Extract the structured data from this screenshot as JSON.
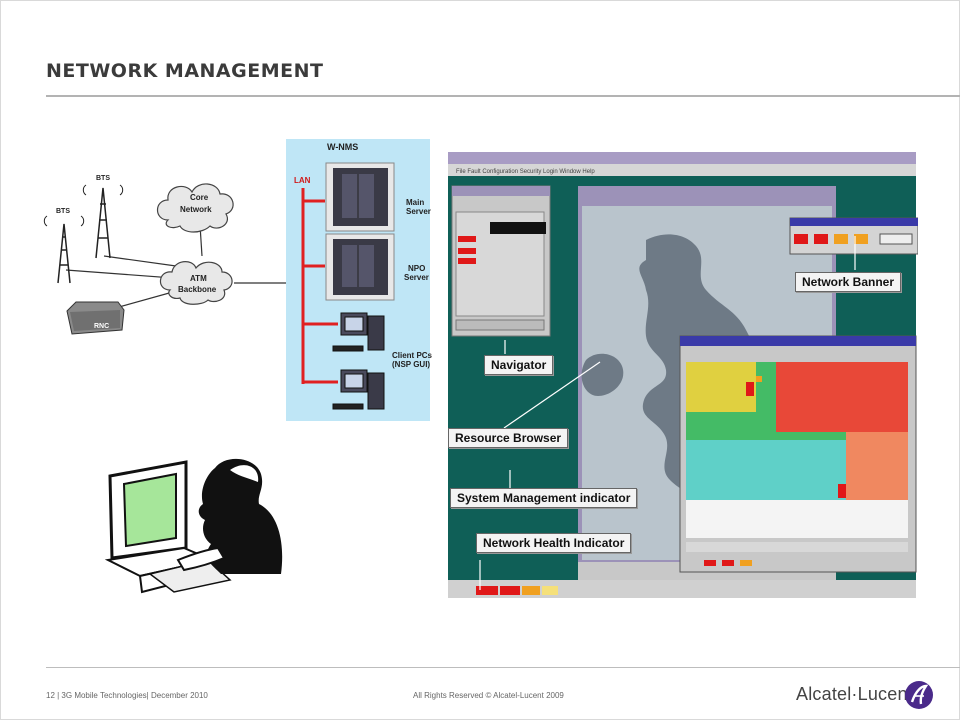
{
  "slide": {
    "title": "NETWORK MANAGEMENT",
    "footer_left": "12 | 3G Mobile Technologies| December 2010",
    "footer_center": "All Rights Reserved © Alcatel-Lucent 2009",
    "logo_text": "Alcatel·Lucent"
  },
  "network_diagram": {
    "bts_label": "BTS",
    "core_network": [
      "Core",
      "Network"
    ],
    "atm_backbone": [
      "ATM",
      "Backbone"
    ],
    "rnc_label": "RNC",
    "wnms_title": "W-NMS",
    "lan_label": "LAN",
    "main_server": [
      "Main",
      "Server"
    ],
    "npo_server": [
      "NPO",
      "Server"
    ],
    "client_pcs": [
      "Client PCs",
      "(NSP GUI)"
    ],
    "colors": {
      "lan_line": "#e02020",
      "wnms_bg": "#bfe6f6"
    }
  },
  "screenshot": {
    "callouts": {
      "navigator": "Navigator",
      "resource_browser": "Resource Browser",
      "system_management": "System  Management indicator",
      "network_health": "Network Health Indicator",
      "network_banner": "Network Banner"
    },
    "colors": {
      "teal_bg": "#0f5f57",
      "alarm_red": "#e01818",
      "alarm_orange": "#f0a020"
    }
  }
}
